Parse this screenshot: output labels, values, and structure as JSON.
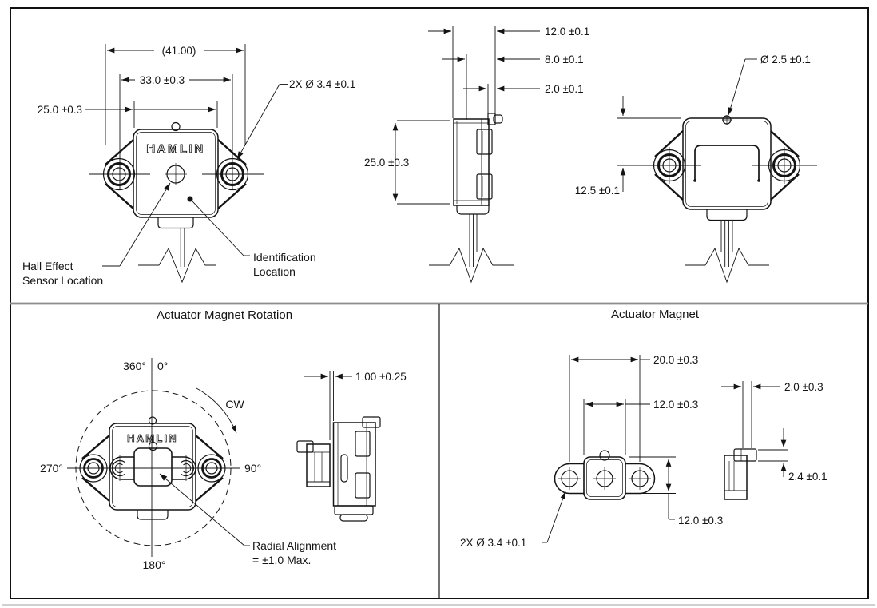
{
  "brand": "HAMLIN",
  "front": {
    "dim_total": "(41.00)",
    "dim_hole_spacing": "33.0 ±0.3",
    "dim_body_width": "25.0 ±0.3",
    "callout_holes": "2X Ø 3.4 ±0.1",
    "hall_line1": "Hall Effect",
    "hall_line2": "Sensor Location",
    "id_line1": "Identification",
    "id_line2": "Location"
  },
  "side": {
    "dim_depth": "12.0 ±0.1",
    "dim_step": "8.0 ±0.1",
    "dim_tab": "2.0 ±0.1",
    "dim_height": "25.0 ±0.3"
  },
  "back": {
    "callout_hole": "Ø 2.5 ±0.1",
    "dim_hole_offset": "12.5 ±0.1"
  },
  "rotation": {
    "title": "Actuator Magnet Rotation",
    "angle_top_left": "360°",
    "angle_top_right": "0°",
    "angle_right": "90°",
    "angle_bottom": "180°",
    "angle_left": "270°",
    "direction": "CW",
    "radial_line1": "Radial Alignment",
    "radial_line2": "= ±1.0 Max.",
    "dim_gap": "1.00 ±0.25"
  },
  "magnet": {
    "title": "Actuator Magnet",
    "dim_width": "20.0 ±0.3",
    "dim_inner_width": "12.0 ±0.3",
    "dim_height": "12.0 ±0.3",
    "callout_holes": "2X Ø 3.4 ±0.1",
    "dim_thickness": "2.0 ±0.3",
    "dim_tab_height": "2.4 ±0.1"
  }
}
